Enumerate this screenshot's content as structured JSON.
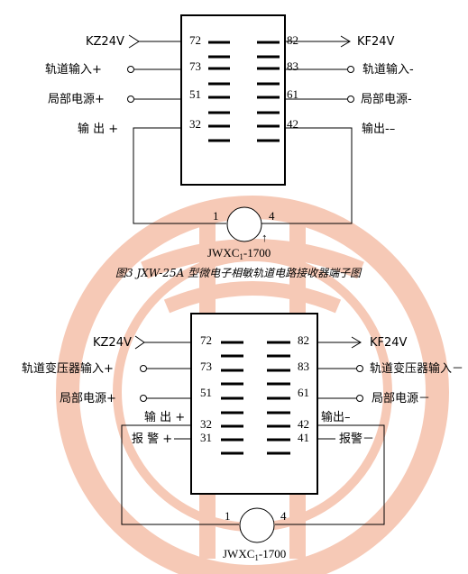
{
  "colors": {
    "watermark": "#f6c9b6",
    "line": "#000000"
  },
  "diagram1": {
    "caption": "图3 JXW-25A 型微电子相敏轨道电路接收器端子图",
    "rows": [
      {
        "left_label": "KZ24V",
        "left_pin": "72",
        "right_pin": "82",
        "right_label": "KF24V",
        "left_type": "arrow-in",
        "right_type": "arrow-out"
      },
      {
        "left_label": "轨道输入+",
        "left_pin": "73",
        "right_pin": "83",
        "right_label": "轨道输入-",
        "left_type": "terminal",
        "right_type": "terminal"
      },
      {
        "left_label": "局部电源+",
        "left_pin": "51",
        "right_pin": "61",
        "right_label": "局部电源-",
        "left_type": "terminal",
        "right_type": "terminal"
      },
      {
        "left_label": "输 出 +",
        "left_pin": "32",
        "right_pin": "42",
        "right_label": "输出-–",
        "left_type": "wire",
        "right_type": "wire"
      }
    ],
    "relay": {
      "name": "JWXC",
      "sub": "1",
      "suffix": "-1700",
      "pin_left": "1",
      "pin_right": "4",
      "arrow": "↑"
    }
  },
  "diagram2": {
    "rows": [
      {
        "left_label": "KZ24V",
        "left_pin": "72",
        "right_pin": "82",
        "right_label": "KF24V",
        "left_type": "arrow-in",
        "right_type": "arrow-out"
      },
      {
        "left_label": "轨道变压器输入+",
        "left_pin": "73",
        "right_pin": "83",
        "right_label": "轨道变压器输入－",
        "left_type": "terminal",
        "right_type": "terminal"
      },
      {
        "left_label": "局部电源+",
        "left_pin": "51",
        "right_pin": "61",
        "right_label": "局部电源－",
        "left_type": "terminal",
        "right_type": "terminal"
      }
    ],
    "output_left": "输 出 +",
    "output_right": "输出–",
    "row_32": {
      "left_pin": "32",
      "right_pin": "42"
    },
    "row_31": {
      "left_label": "报 警 +",
      "left_pin": "31",
      "right_pin": "41",
      "right_label": "报警－"
    },
    "relay": {
      "name": "JWXC",
      "sub": "1",
      "suffix": "-1700",
      "pin_left": "1",
      "pin_right": "4"
    }
  }
}
